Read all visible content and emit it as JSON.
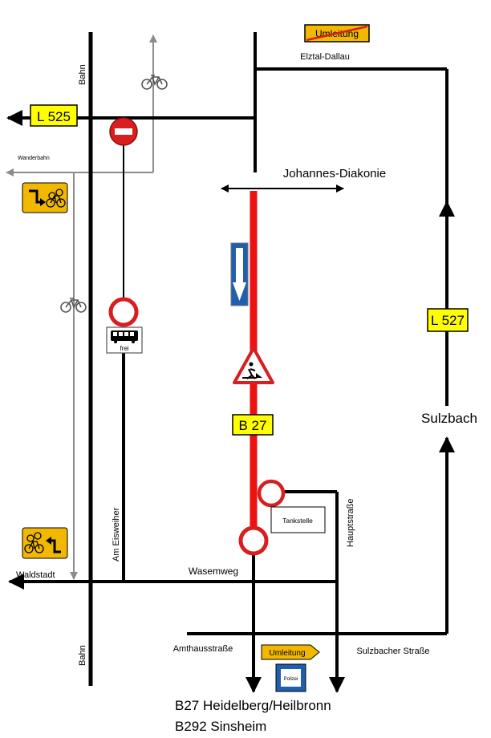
{
  "map": {
    "roads": {
      "l525": "L 525",
      "l527": "L 527",
      "b27": "B 27"
    },
    "places": {
      "elztal_dallau": "Elztal-Dallau",
      "johannes_diakonie": "Johannes-Diakonie",
      "sulzbach": "Sulzbach",
      "waldstadt": "Waldstadt",
      "wanderbahn": "Wanderbahn"
    },
    "streets": {
      "bahn_top": "Bahn",
      "bahn_bottom": "Bahn",
      "am_eisweiher": "Am Eisweiher",
      "wasemweg": "Wasemweg",
      "hauptstrasse": "Hauptstraße",
      "amthausstrasse": "Amthausstraße",
      "sulzbacher_strasse": "Sulzbacher Straße"
    },
    "signs": {
      "umleitung_end": "Umleitung",
      "umleitung_direction": "Umleitung",
      "bus_frei": "frei",
      "tankstelle": "Tankstelle",
      "polizei": "Polizei"
    },
    "destinations": {
      "line1": "B27 Heidelberg/Heilbronn",
      "line2": "B292 Sinsheim"
    },
    "colors": {
      "closed_road": "#ee1111",
      "route_label_bg": "#ffff00",
      "diversion_sign": "#f2b800",
      "sign_red": "#d81e1e",
      "sign_blue": "#1f5fad",
      "path_gray": "#8c8c8c"
    }
  }
}
